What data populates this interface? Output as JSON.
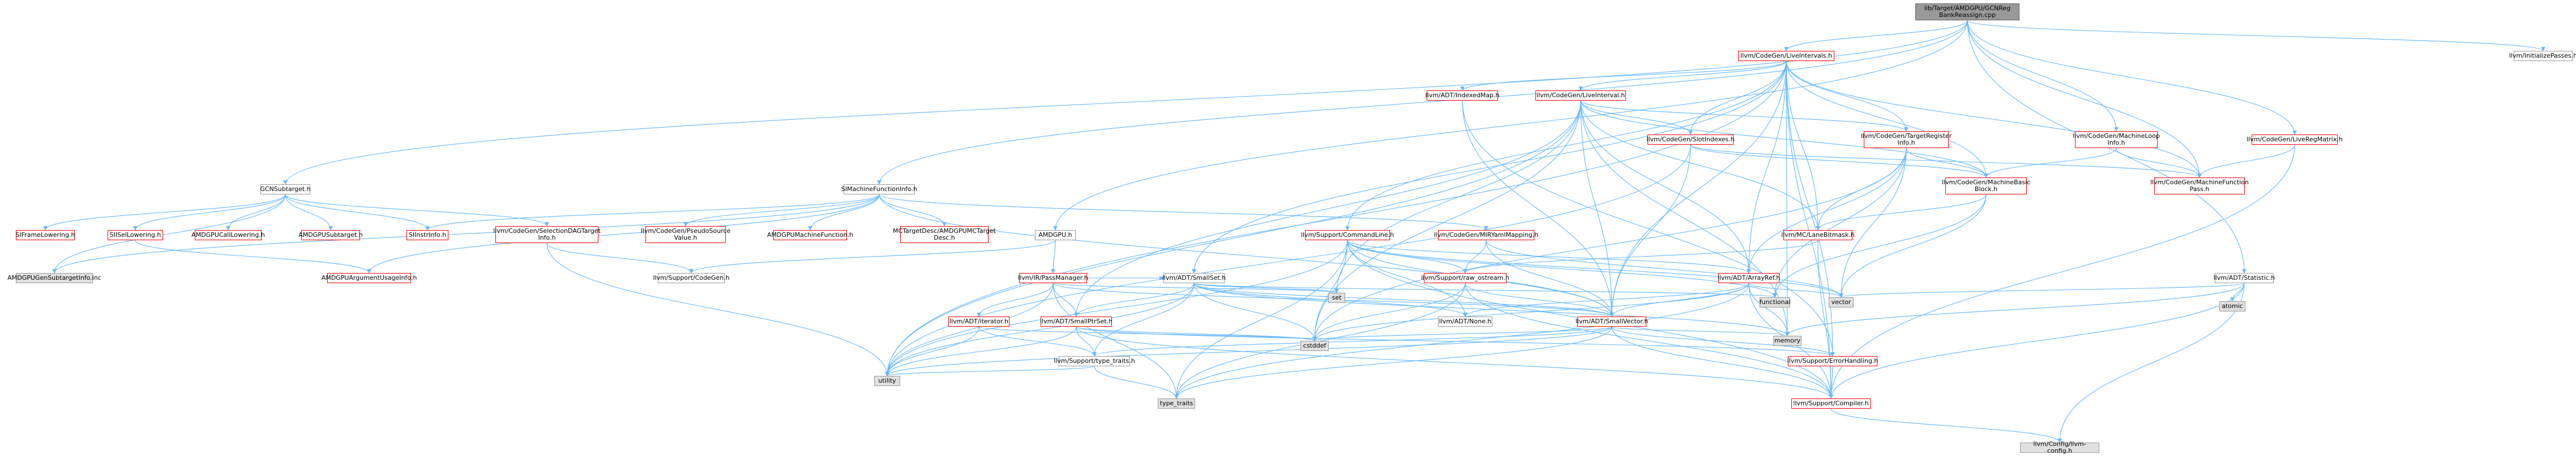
{
  "title": "lib/Target/AMDGPU/GCNRegBankReassign.cpp",
  "colors": {
    "edge": "#63b8ff",
    "edge_dark": "#404040",
    "red_border": "#ff0000",
    "gray_fill": "#e0e0e0",
    "root_fill": "#999999"
  },
  "nodes": {
    "n0": {
      "label": "lib/Target/AMDGPU/GCNReg\nBankReassign.cpp",
      "kind": "root"
    },
    "n1": {
      "label": "llvm/CodeGen/LiveIntervals.h",
      "kind": "red"
    },
    "n2": {
      "label": "llvm/InitializePasses.h",
      "kind": "plain"
    },
    "n3": {
      "label": "GCNSubtarget.h",
      "kind": "plain"
    },
    "n4": {
      "label": "SIMachineFunctionInfo.h",
      "kind": "plain"
    },
    "n5": {
      "label": "AMDGPU.h",
      "kind": "plain"
    },
    "n6": {
      "label": "llvm/ADT/IndexedMap.h",
      "kind": "red"
    },
    "n7": {
      "label": "llvm/CodeGen/LiveInterval.h",
      "kind": "red"
    },
    "n8": {
      "label": "llvm/CodeGen/SlotIndexes.h",
      "kind": "red"
    },
    "n9": {
      "label": "llvm/CodeGen/TargetRegister\nInfo.h",
      "kind": "red"
    },
    "n10": {
      "label": "llvm/CodeGen/MachineLoop\nInfo.h",
      "kind": "red"
    },
    "n11": {
      "label": "llvm/CodeGen/LiveRegMatrix.h",
      "kind": "red"
    },
    "n12": {
      "label": "llvm/CodeGen/MachineBasic\nBlock.h",
      "kind": "red"
    },
    "n13": {
      "label": "llvm/CodeGen/MachineFunction\nPass.h",
      "kind": "red"
    },
    "n14": {
      "label": "llvm/MC/LaneBitmask.h",
      "kind": "red"
    },
    "n15": {
      "label": "llvm/Support/CommandLine.h",
      "kind": "red"
    },
    "n16": {
      "label": "llvm/CodeGen/MIRYamlMapping.h",
      "kind": "red"
    },
    "n17": {
      "label": "llvm/ADT/ArrayRef.h",
      "kind": "red"
    },
    "n18": {
      "label": "llvm/ADT/Statistic.h",
      "kind": "plain"
    },
    "n19": {
      "label": "atomic",
      "kind": "gray"
    },
    "n20": {
      "label": "SIFrameLowering.h",
      "kind": "red"
    },
    "n21": {
      "label": "SIISelLowering.h",
      "kind": "red"
    },
    "n22": {
      "label": "AMDGPUCallLowering.h",
      "kind": "red"
    },
    "n23": {
      "label": "AMDGPUSubtarget.h",
      "kind": "red"
    },
    "n24": {
      "label": "SIInstrInfo.h",
      "kind": "red"
    },
    "n25": {
      "label": "llvm/CodeGen/SelectionDAGTarget\nInfo.h",
      "kind": "red"
    },
    "n26": {
      "label": "llvm/CodeGen/PseudoSource\nValue.h",
      "kind": "red"
    },
    "n27": {
      "label": "AMDGPUMachineFunction.h",
      "kind": "red"
    },
    "n28": {
      "label": "MCTargetDesc/AMDGPUMCTarget\nDesc.h",
      "kind": "red"
    },
    "n29": {
      "label": "AMDGPUGenSubtargetInfo.inc",
      "kind": "gray"
    },
    "n30": {
      "label": "AMDGPUArgumentUsageInfo.h",
      "kind": "red"
    },
    "n31": {
      "label": "llvm/Support/CodeGen.h",
      "kind": "plain"
    },
    "n32": {
      "label": "llvm/IR/PassManager.h",
      "kind": "red"
    },
    "n33": {
      "label": "llvm/ADT/SmallSet.h",
      "kind": "plain"
    },
    "n34": {
      "label": "llvm/Support/raw_ostream.h",
      "kind": "red"
    },
    "n35": {
      "label": "llvm/ADT/iterator.h",
      "kind": "red"
    },
    "n36": {
      "label": "llvm/ADT/SmallPtrSet.h",
      "kind": "red"
    },
    "n37": {
      "label": "set",
      "kind": "gray"
    },
    "n38": {
      "label": "llvm/ADT/None.h",
      "kind": "plain"
    },
    "n39": {
      "label": "llvm/ADT/SmallVector.h",
      "kind": "red"
    },
    "n40": {
      "label": "functional",
      "kind": "gray"
    },
    "n41": {
      "label": "vector",
      "kind": "gray"
    },
    "n42": {
      "label": "llvm/Support/type_traits.h",
      "kind": "plain"
    },
    "n43": {
      "label": "cstddef",
      "kind": "gray"
    },
    "n44": {
      "label": "memory",
      "kind": "gray"
    },
    "n45": {
      "label": "llvm/Support/ErrorHandling.h",
      "kind": "red"
    },
    "n46": {
      "label": "utility",
      "kind": "gray"
    },
    "n47": {
      "label": "type_traits",
      "kind": "gray"
    },
    "n48": {
      "label": "llvm/Support/Compiler.h",
      "kind": "red"
    },
    "n49": {
      "label": "llvm/Config/llvm-config.h",
      "kind": "gray"
    }
  },
  "edges": [
    [
      "n0",
      "n1"
    ],
    [
      "n0",
      "n2"
    ],
    [
      "n0",
      "n3"
    ],
    [
      "n0",
      "n4"
    ],
    [
      "n0",
      "n5"
    ],
    [
      "n0",
      "n10"
    ],
    [
      "n0",
      "n11"
    ],
    [
      "n0",
      "n13"
    ],
    [
      "n0",
      "n18"
    ],
    [
      "n1",
      "n6"
    ],
    [
      "n1",
      "n7"
    ],
    [
      "n1",
      "n8"
    ],
    [
      "n1",
      "n9"
    ],
    [
      "n1",
      "n12"
    ],
    [
      "n1",
      "n13"
    ],
    [
      "n1",
      "n14"
    ],
    [
      "n1",
      "n15"
    ],
    [
      "n1",
      "n17"
    ],
    [
      "n1",
      "n39"
    ],
    [
      "n1",
      "n44"
    ],
    [
      "n1",
      "n46"
    ],
    [
      "n1",
      "n48"
    ],
    [
      "n1",
      "n45"
    ],
    [
      "n1",
      "n33"
    ],
    [
      "n6",
      "n39"
    ],
    [
      "n6",
      "n45"
    ],
    [
      "n7",
      "n8"
    ],
    [
      "n7",
      "n14"
    ],
    [
      "n7",
      "n17"
    ],
    [
      "n7",
      "n39"
    ],
    [
      "n7",
      "n36"
    ],
    [
      "n7",
      "n37"
    ],
    [
      "n7",
      "n43"
    ],
    [
      "n7",
      "n46"
    ],
    [
      "n7",
      "n44"
    ],
    [
      "n7",
      "n12"
    ],
    [
      "n7",
      "n9"
    ],
    [
      "n8",
      "n12"
    ],
    [
      "n8",
      "n13"
    ],
    [
      "n8",
      "n39"
    ],
    [
      "n8",
      "n46"
    ],
    [
      "n9",
      "n12"
    ],
    [
      "n9",
      "n14"
    ],
    [
      "n9",
      "n17"
    ],
    [
      "n9",
      "n40"
    ],
    [
      "n9",
      "n41"
    ],
    [
      "n9",
      "n43"
    ],
    [
      "n10",
      "n12"
    ],
    [
      "n10",
      "n13"
    ],
    [
      "n11",
      "n13"
    ],
    [
      "n11",
      "n48"
    ],
    [
      "n12",
      "n14"
    ],
    [
      "n12",
      "n41"
    ],
    [
      "n12",
      "n40"
    ],
    [
      "n14",
      "n48"
    ],
    [
      "n14",
      "n34"
    ],
    [
      "n15",
      "n17"
    ],
    [
      "n15",
      "n39"
    ],
    [
      "n15",
      "n34"
    ],
    [
      "n15",
      "n38"
    ],
    [
      "n15",
      "n40"
    ],
    [
      "n15",
      "n41"
    ],
    [
      "n15",
      "n43"
    ],
    [
      "n15",
      "n47"
    ],
    [
      "n15",
      "n46"
    ],
    [
      "n15",
      "n48"
    ],
    [
      "n16",
      "n34"
    ],
    [
      "n16",
      "n39"
    ],
    [
      "n16",
      "n41"
    ],
    [
      "n17",
      "n39"
    ],
    [
      "n17",
      "n44"
    ],
    [
      "n17",
      "n41"
    ],
    [
      "n17",
      "n47"
    ],
    [
      "n17",
      "n48"
    ],
    [
      "n17",
      "n43"
    ],
    [
      "n17",
      "n38"
    ],
    [
      "n18",
      "n44"
    ],
    [
      "n18",
      "n19"
    ],
    [
      "n18",
      "n48"
    ],
    [
      "n18",
      "n49"
    ],
    [
      "n18",
      "n41"
    ],
    [
      "n3",
      "n20"
    ],
    [
      "n3",
      "n21"
    ],
    [
      "n3",
      "n22"
    ],
    [
      "n3",
      "n23"
    ],
    [
      "n3",
      "n24"
    ],
    [
      "n3",
      "n25"
    ],
    [
      "n3",
      "n29"
    ],
    [
      "n21",
      "n30"
    ],
    [
      "n4",
      "n24"
    ],
    [
      "n4",
      "n26"
    ],
    [
      "n4",
      "n27"
    ],
    [
      "n4",
      "n28"
    ],
    [
      "n4",
      "n30"
    ],
    [
      "n4",
      "n16"
    ],
    [
      "n4",
      "n39"
    ],
    [
      "n4",
      "n29"
    ],
    [
      "n25",
      "n31"
    ],
    [
      "n25",
      "n46"
    ],
    [
      "n5",
      "n32"
    ],
    [
      "n5",
      "n31"
    ],
    [
      "n32",
      "n36"
    ],
    [
      "n32",
      "n33"
    ],
    [
      "n32",
      "n35"
    ],
    [
      "n32",
      "n39"
    ],
    [
      "n32",
      "n47"
    ],
    [
      "n32",
      "n46"
    ],
    [
      "n32",
      "n37"
    ],
    [
      "n33",
      "n36"
    ],
    [
      "n33",
      "n39"
    ],
    [
      "n33",
      "n37"
    ],
    [
      "n33",
      "n38"
    ],
    [
      "n33",
      "n43"
    ],
    [
      "n33",
      "n46"
    ],
    [
      "n33",
      "n42"
    ],
    [
      "n33",
      "n40"
    ],
    [
      "n33",
      "n44"
    ],
    [
      "n34",
      "n39"
    ],
    [
      "n34",
      "n43"
    ],
    [
      "n34",
      "n47"
    ],
    [
      "n34",
      "n48"
    ],
    [
      "n35",
      "n42"
    ],
    [
      "n35",
      "n43"
    ],
    [
      "n35",
      "n46"
    ],
    [
      "n36",
      "n42"
    ],
    [
      "n36",
      "n45"
    ],
    [
      "n36",
      "n43"
    ],
    [
      "n36",
      "n46"
    ],
    [
      "n36",
      "n48"
    ],
    [
      "n39",
      "n42"
    ],
    [
      "n39",
      "n44"
    ],
    [
      "n39",
      "n43"
    ],
    [
      "n39",
      "n47"
    ],
    [
      "n39",
      "n46"
    ],
    [
      "n39",
      "n45"
    ],
    [
      "n39",
      "n48"
    ],
    [
      "n42",
      "n47"
    ],
    [
      "n42",
      "n46"
    ],
    [
      "n45",
      "n48"
    ],
    [
      "n48",
      "n49"
    ]
  ]
}
